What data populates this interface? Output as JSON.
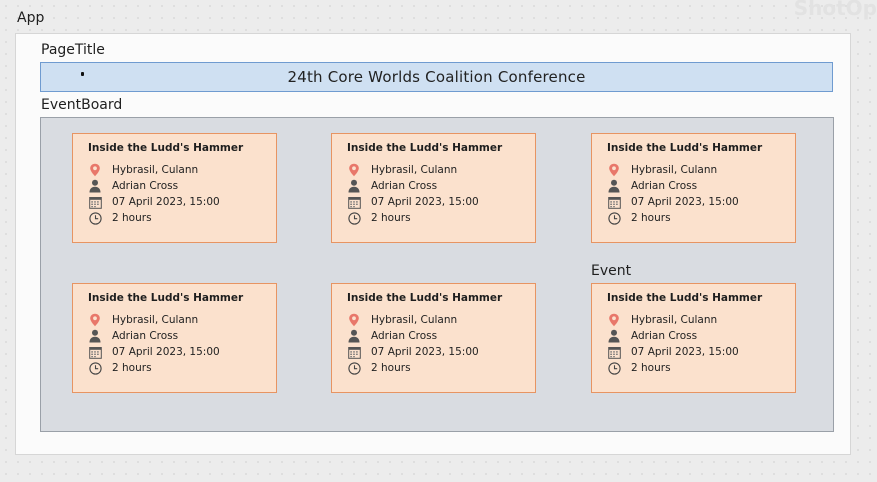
{
  "app": {
    "label": "App",
    "corner_text": "ShotOp"
  },
  "page_title": {
    "label": "PageTitle",
    "text": "24th Core Worlds Coalition Conference"
  },
  "event_board": {
    "label": "EventBoard",
    "event_label": "Event",
    "cards": [
      {
        "title": "Inside the Ludd's Hammer",
        "location": "Hybrasil, Culann",
        "person": "Adrian Cross",
        "date": "07 April 2023, 15:00",
        "duration": "2 hours"
      },
      {
        "title": "Inside the Ludd's Hammer",
        "location": "Hybrasil, Culann",
        "person": "Adrian Cross",
        "date": "07 April 2023, 15:00",
        "duration": "2 hours"
      },
      {
        "title": "Inside the Ludd's Hammer",
        "location": "Hybrasil, Culann",
        "person": "Adrian Cross",
        "date": "07 April 2023, 15:00",
        "duration": "2 hours"
      },
      {
        "title": "Inside the Ludd's Hammer",
        "location": "Hybrasil, Culann",
        "person": "Adrian Cross",
        "date": "07 April 2023, 15:00",
        "duration": "2 hours"
      },
      {
        "title": "Inside the Ludd's Hammer",
        "location": "Hybrasil, Culann",
        "person": "Adrian Cross",
        "date": "07 April 2023, 15:00",
        "duration": "2 hours"
      },
      {
        "title": "Inside the Ludd's Hammer",
        "location": "Hybrasil, Culann",
        "person": "Adrian Cross",
        "date": "07 April 2023, 15:00",
        "duration": "2 hours"
      }
    ]
  },
  "icons": {
    "location": "map-pin-icon",
    "person": "person-icon",
    "date": "calendar-icon",
    "duration": "clock-icon"
  },
  "colors": {
    "card_bg": "#fbe1cd",
    "card_border": "#e79462",
    "title_bg": "#cfe0f2",
    "title_border": "#6f9bd0",
    "pin": "#e8776a"
  }
}
